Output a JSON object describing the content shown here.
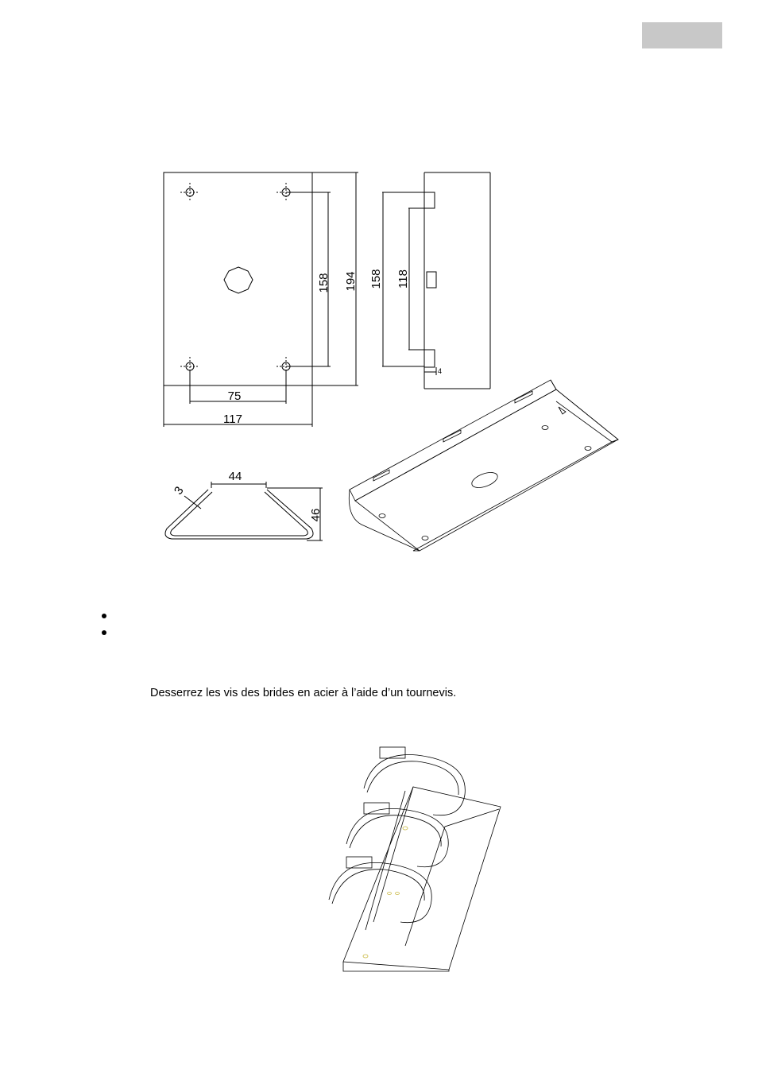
{
  "header": {
    "tag_color": "#c8c8c8"
  },
  "drawing": {
    "dimensions": {
      "front_hole_spacing_width": "75",
      "front_overall_width": "117",
      "front_hole_spacing_height": "158",
      "front_overall_height": "194",
      "side_hole_spacing": "158",
      "side_slot_spacing": "118",
      "side_thickness": "4",
      "profile_top_width": "44",
      "profile_sheet_thickness": "3",
      "profile_height": "46"
    }
  },
  "bullets": {
    "count": 2
  },
  "instructions": {
    "step_text": "Desserrez les vis des brides en acier à l’aide d’un tournevis."
  }
}
